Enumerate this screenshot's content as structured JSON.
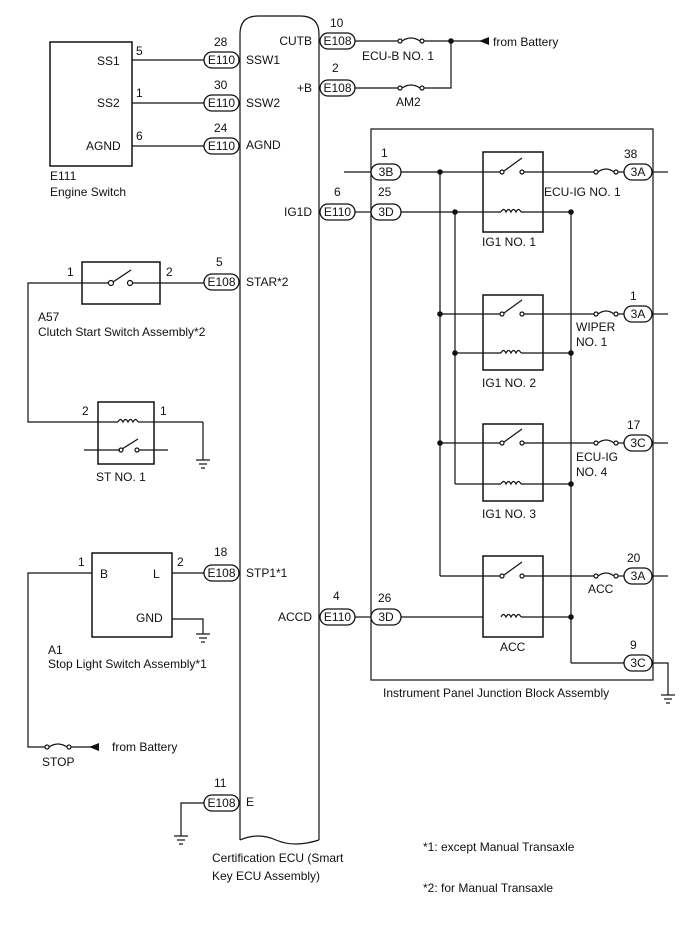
{
  "ecu": {
    "label1": "Certification ECU (Smart",
    "label2": "Key ECU Assembly)",
    "ground_pin": "11",
    "ground_conn": "E108",
    "ground_name": "E"
  },
  "engine_switch": {
    "code": "E111",
    "name": "Engine Switch",
    "pins": [
      {
        "name": "SS1",
        "pin": "5",
        "ecu_pin": "28",
        "conn": "E110",
        "ecu_name": "SSW1"
      },
      {
        "name": "SS2",
        "pin": "1",
        "ecu_pin": "30",
        "conn": "E110",
        "ecu_name": "SSW2"
      },
      {
        "name": "AGND",
        "pin": "6",
        "ecu_pin": "24",
        "conn": "E110",
        "ecu_name": "AGND"
      }
    ]
  },
  "star": {
    "ecu_pin": "5",
    "conn": "E108",
    "ecu_name": "STAR*2"
  },
  "clutch_switch": {
    "code": "A57",
    "name": "Clutch Start Switch Assembly*2",
    "pin1": "1",
    "pin2": "2"
  },
  "st_relay": {
    "name": "ST NO. 1",
    "pin_left": "2",
    "pin_right": "1"
  },
  "stop_switch": {
    "code": "A1",
    "name": "Stop Light Switch Assembly*1",
    "pin_b": "1",
    "pin_l": "2",
    "term_b": "B",
    "term_l": "L",
    "term_gnd": "GND",
    "ecu_pin": "18",
    "conn": "E108",
    "ecu_name": "STP1*1"
  },
  "stop_fuse": {
    "name": "STOP",
    "source": "from Battery"
  },
  "right_ecu_pins": [
    {
      "name": "CUTB",
      "pin": "10",
      "conn": "E108"
    },
    {
      "name": "+B",
      "pin": "2",
      "conn": "E108"
    },
    {
      "name": "IG1D",
      "pin": "6",
      "conn": "E110"
    },
    {
      "name": "ACCD",
      "pin": "4",
      "conn": "E110"
    }
  ],
  "battery_fuses": {
    "ecub": "ECU-B NO. 1",
    "am2": "AM2",
    "source": "from Battery"
  },
  "junction_block": {
    "name": "Instrument Panel Junction Block Assembly",
    "conn_3b": {
      "pin": "1",
      "conn": "3B"
    },
    "conn_3d_ig": {
      "pin": "25",
      "conn": "3D"
    },
    "conn_3d_acc": {
      "pin": "26",
      "conn": "3D"
    },
    "relays": [
      "IG1 NO. 1",
      "IG1 NO. 2",
      "IG1 NO. 3",
      "ACC"
    ],
    "outputs": [
      {
        "pin": "38",
        "conn": "3A",
        "fuse1": "ECU-IG NO. 1",
        "fuse2": ""
      },
      {
        "pin": "1",
        "conn": "3A",
        "fuse1": "WIPER",
        "fuse2": "NO. 1"
      },
      {
        "pin": "17",
        "conn": "3C",
        "fuse1": "ECU-IG",
        "fuse2": "NO. 4"
      },
      {
        "pin": "20",
        "conn": "3A",
        "fuse1": "ACC",
        "fuse2": ""
      }
    ],
    "ground": {
      "pin": "9",
      "conn": "3C"
    }
  },
  "notes": [
    "*1: except Manual Transaxle",
    "*2: for Manual Transaxle"
  ]
}
